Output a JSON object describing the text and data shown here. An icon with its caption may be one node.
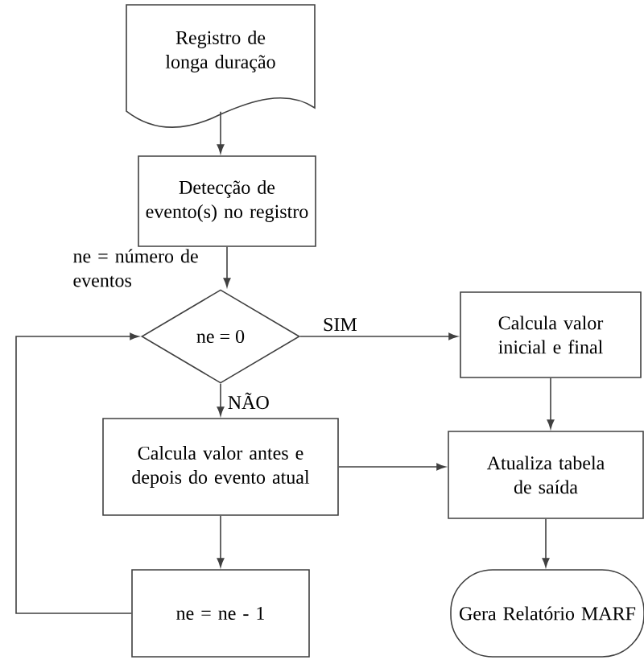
{
  "diagram": {
    "nodes": [
      {
        "text": [
          "Registro de longa duração"
        ]
      },
      {
        "text": [
          "Detecção de evento(s) no registro"
        ]
      },
      {
        "text": [
          "ne = 0"
        ]
      },
      {
        "text": [
          "Calcula valor inicial e final"
        ]
      },
      {
        "text": [
          "Calcula valor antes e depois do evento atual"
        ]
      },
      {
        "text": [
          "Atualiza tabela de saída"
        ]
      },
      {
        "text": [
          "ne = ne - 1"
        ]
      },
      {
        "text": [
          "Gera Relatório MARF"
        ]
      }
    ],
    "edges": [
      {
        "from": 0,
        "to": 1,
        "arrow": "to"
      },
      {
        "from": 1,
        "to": 2,
        "arrow": "to",
        "label": "ne = número de eventos"
      },
      {
        "from": 2,
        "to": 3,
        "arrow": "to",
        "label": "SIM"
      },
      {
        "from": 2,
        "to": 4,
        "arrow": "to",
        "label": "NÃO"
      },
      {
        "from": 3,
        "to": 5,
        "arrow": "to"
      },
      {
        "from": 4,
        "to": 5,
        "arrow": "to"
      },
      {
        "from": 4,
        "to": 6,
        "arrow": "to"
      },
      {
        "from": 6,
        "to": 2,
        "arrow": "to"
      },
      {
        "from": 5,
        "to": 7,
        "arrow": "to"
      }
    ]
  }
}
